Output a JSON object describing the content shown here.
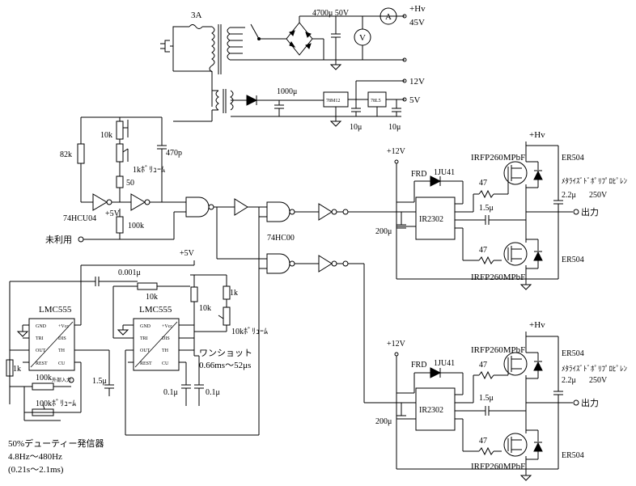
{
  "power_supply": {
    "fuse": "3A",
    "hv_label": "+Hv",
    "hv_voltage": "45V",
    "cap_main": "4700μ 50V",
    "voltmeter": "V",
    "ammeter": "A",
    "v12": "12V",
    "v5": "5V",
    "cap_1000": "1000μ",
    "reg1": "78M12",
    "reg2": "78L5",
    "cap_10a": "10μ",
    "cap_10b": "10μ"
  },
  "oscillator": {
    "r_82k": "82k",
    "r_10k": "10k",
    "pot_1k": "1kﾎﾞﾘｭｰﾑ",
    "r_50": "50",
    "cap_470p": "470p",
    "chip": "74HCU04",
    "vcc": "+5V",
    "r_100k": "100k",
    "unused": "未利用"
  },
  "logic": {
    "chip": "74HC00"
  },
  "timer": {
    "vcc": "+5V",
    "cap_001": "0.001μ",
    "r_10k_a": "10k",
    "r_10k_b": "10k",
    "r_1k": "1k",
    "pot_10k": "10kﾎﾞﾘｭｰﾑ",
    "chip1": "LMC555",
    "chip2": "LMC555",
    "r_1k_left": "1k",
    "r_100k": "100k",
    "ext_in": "外部入力",
    "pot_100k": "100kﾎﾞﾘｭｰﾑ",
    "cap_15": "1.5μ",
    "cap_01a": "0.1μ",
    "cap_01b": "0.1μ",
    "oneshot": "ワンショット",
    "oneshot_range": "0.66ms～52μs",
    "note1": "50%デューティー発信器",
    "note2": "4.8Hz～480Hz",
    "note3": "(0.21s～2.1ms)",
    "pins": [
      "GND",
      "TRI",
      "OUT",
      "REST",
      "+Vcc",
      "DIS",
      "TH",
      "CU"
    ]
  },
  "driver_top": {
    "v12": "+12V",
    "frd": "FRD",
    "diode": "1JU41",
    "r47a": "47",
    "r47b": "47",
    "cap15": "1.5μ",
    "cap200": "200μ",
    "chip": "IR2302",
    "fet_top": "IRFP260MPbF",
    "fet_bot": "IRFP260MPbF",
    "hv": "+Hv",
    "er_top": "ER504",
    "er_bot": "ER504",
    "film": "ﾒﾀﾗｲｽﾞﾄﾞﾎﾟﾘﾌﾟﾛﾋﾟﾚﾝ",
    "cap22": "2.2μ",
    "cap_v": "250V",
    "out": "出力"
  },
  "driver_bottom": {
    "v12": "+12V",
    "frd": "FRD",
    "diode": "1JU41",
    "r47a": "47",
    "r47b": "47",
    "cap15": "1.5μ",
    "cap200": "200μ",
    "chip": "IR2302",
    "fet_top": "IRFP260MPbF",
    "fet_bot": "IRFP260MPbF",
    "hv": "+Hv",
    "er_top": "ER504",
    "er_bot": "ER504",
    "film": "ﾒﾀﾗｲｽﾞﾄﾞﾎﾟﾘﾌﾟﾛﾋﾟﾚﾝ",
    "cap22": "2.2μ",
    "cap_v": "250V",
    "out": "出力"
  }
}
